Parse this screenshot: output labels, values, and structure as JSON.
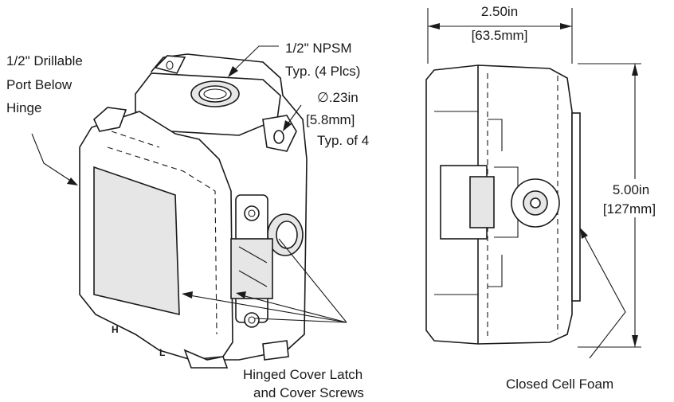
{
  "labels": {
    "drillable_port": [
      "1/2\" Drillable",
      "Port Below",
      "Hinge"
    ],
    "npsm": [
      "1/2\" NPSM",
      "Typ. (4 Plcs)"
    ],
    "hole": [
      "∅.23in",
      "[5.8mm]",
      "Typ. of 4"
    ],
    "width_dim": [
      "2.50in",
      "[63.5mm]"
    ],
    "height_dim": [
      "5.00in",
      "[127mm]"
    ],
    "latch": [
      "Hinged Cover Latch",
      "and Cover Screws"
    ],
    "foam": "Closed Cell Foam",
    "marks": {
      "h": "H",
      "l": "L"
    }
  }
}
